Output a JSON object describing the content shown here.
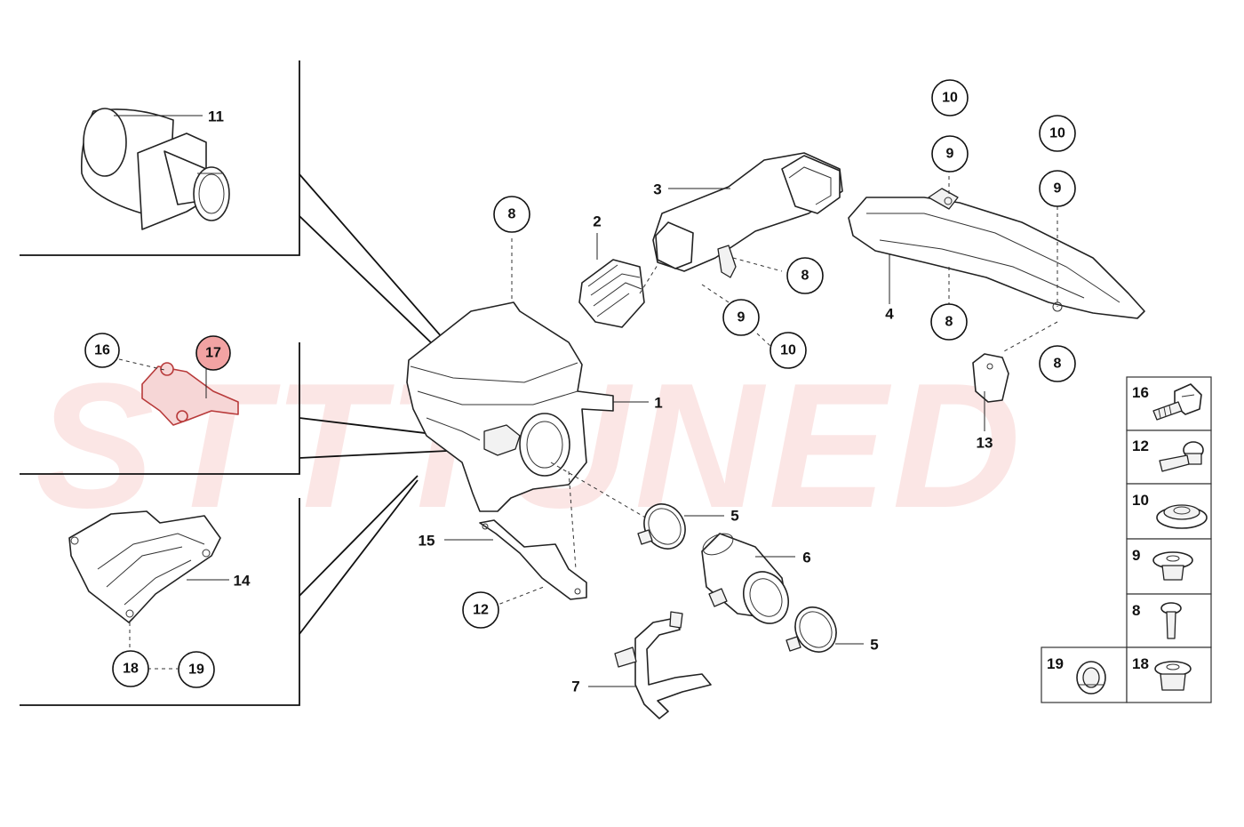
{
  "watermark": {
    "text": "STTTUNED",
    "color": "#e8453c"
  },
  "highlight_color": "#f2a3a3",
  "callouts": {
    "c11": "11",
    "c16": "16",
    "c17": "17",
    "c14": "14",
    "c18": "18",
    "c19": "19",
    "c8_top": "8",
    "c2": "2",
    "c3": "3",
    "c8_mid": "8",
    "c9_mid": "9",
    "c10_mid": "10",
    "c10_a": "10",
    "c9_a": "9",
    "c10_b": "10",
    "c9_b": "9",
    "c4": "4",
    "c8_r": "8",
    "c8_rb": "8",
    "c13": "13",
    "c1": "1",
    "c5_top": "5",
    "c6": "6",
    "c15": "15",
    "c12": "12",
    "c5_bot": "5",
    "c7": "7"
  },
  "legend": {
    "items": [
      {
        "label": "16",
        "icon": "screw-icon"
      },
      {
        "label": "12",
        "icon": "bolt-icon"
      },
      {
        "label": "10",
        "icon": "grommet-large-icon"
      },
      {
        "label": "9",
        "icon": "grommet-insert-icon"
      },
      {
        "label": "8",
        "icon": "pin-screw-icon"
      },
      {
        "label": "19",
        "icon": "bushing-icon"
      },
      {
        "label": "18",
        "icon": "grommet-small-icon"
      }
    ]
  }
}
